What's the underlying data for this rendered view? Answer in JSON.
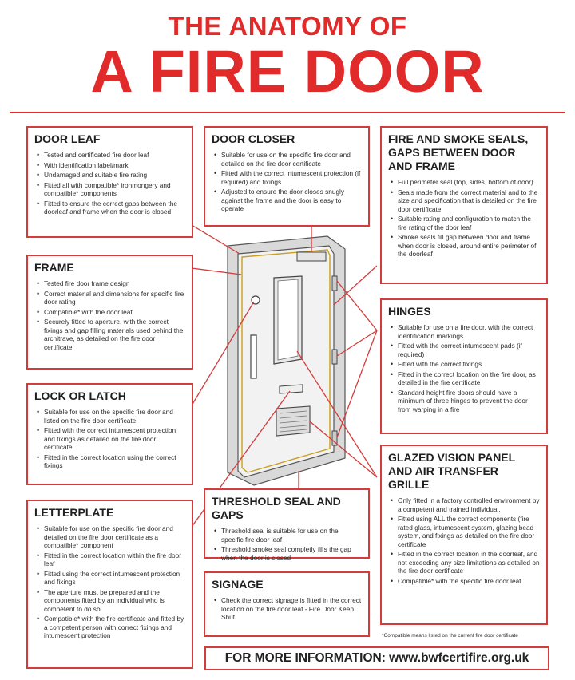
{
  "title": {
    "line1": "THE ANATOMY OF",
    "line2": "A FIRE DOOR"
  },
  "sections": {
    "door_leaf": {
      "title": "DOOR LEAF",
      "items": [
        "Tested and certificated fire door leaf",
        "With identification label/mark",
        "Undamaged and suitable fire rating",
        "Fitted all with compatible* ironmongery and compatible* components",
        "Fitted to ensure the correct gaps between the doorleaf and frame when the door is closed"
      ]
    },
    "door_closer": {
      "title": "DOOR CLOSER",
      "items": [
        "Suitable for use on the specific fire door and detailed on the fire door certificate",
        "Fitted with the correct intumescent protection (if required) and fixings",
        "Adjusted to ensure the door closes snugly against the frame and the door is easy to operate"
      ]
    },
    "seals": {
      "title": "FIRE AND SMOKE SEALS, GAPS BETWEEN DOOR AND FRAME",
      "items": [
        "Full perimeter seal (top, sides, bottom of door)",
        "Seals made from the correct material and to the size and specification that is detailed on the fire door certificate",
        "Suitable rating and configuration to match the fire rating of the door leaf",
        "Smoke seals fill gap between door and frame when door is closed, around entire perimeter of the doorleaf"
      ]
    },
    "frame": {
      "title": "FRAME",
      "items": [
        "Tested fire door frame design",
        "Correct material and dimensions for specific fire door rating",
        "Compatible* with the door leaf",
        "Securely fitted to aperture, with the correct fixings and gap filling materials used behind the architrave, as detailed on the fire door certificate"
      ]
    },
    "hinges": {
      "title": "HINGES",
      "items": [
        "Suitable for use on a fire door, with the correct identification markings",
        "Fitted with the correct intumescent pads (if required)",
        "Fitted with the correct fixings",
        "Fitted in the correct location on the fire door, as detailed in the fire certificate",
        "Standard height fire doors should have a minimum of three hinges to prevent the door from warping in a fire"
      ]
    },
    "lock": {
      "title": "LOCK OR LATCH",
      "items": [
        "Suitable for use on the specific fire door and listed on the fire door certificate",
        "Fitted with the correct intumescent protection and fixings as detailed on the fire door certificate",
        "Fitted in the correct location using the correct fixings"
      ]
    },
    "glazed": {
      "title": "GLAZED VISION PANEL AND AIR TRANSFER GRILLE",
      "items": [
        "Only fitted in a factory controlled environment by a competent and trained individual.",
        "Fitted using ALL the correct components (fire rated glass, intumescent system, glazing bead system, and fixings as detailed on the fire door certificate",
        "Fitted in the correct location in the doorleaf, and not exceeding any size limitations as detailed on the fire door certificate",
        "Compatible* with the specific fire door leaf."
      ]
    },
    "letterplate": {
      "title": "LETTERPLATE",
      "items": [
        "Suitable for use on the specific fire door and detailed on the fire door certificate as a compatible* component",
        "Fitted in the correct location within the fire door leaf",
        "Fitted using the correct intumescent protection and fixings",
        "The aperture must be prepared and the components fitted by an individual who is competent to do so",
        "Compatible* with the fire certificate and fitted by a competent person with correct fixings and intumescent protection"
      ]
    },
    "threshold": {
      "title": "THRESHOLD SEAL AND GAPS",
      "items": [
        "Threshold seal is suitable for use on the specific fire door leaf",
        "Threshold smoke seal completly fills the gap when the door is closed"
      ]
    },
    "signage": {
      "title": "SIGNAGE",
      "items": [
        "Check the correct signage is fitted in the correct location on the fire door leaf - Fire Door Keep Shut"
      ]
    }
  },
  "footnote": "*Compatible means listed on the current fire door certificate",
  "more_info": "FOR MORE INFORMATION: www.bwfcertifire.org.uk",
  "colors": {
    "accent": "#e12a2a",
    "box_border": "#d43b3b",
    "door_fill": "#f1f1f1",
    "frame_fill": "#dcdcdc"
  }
}
